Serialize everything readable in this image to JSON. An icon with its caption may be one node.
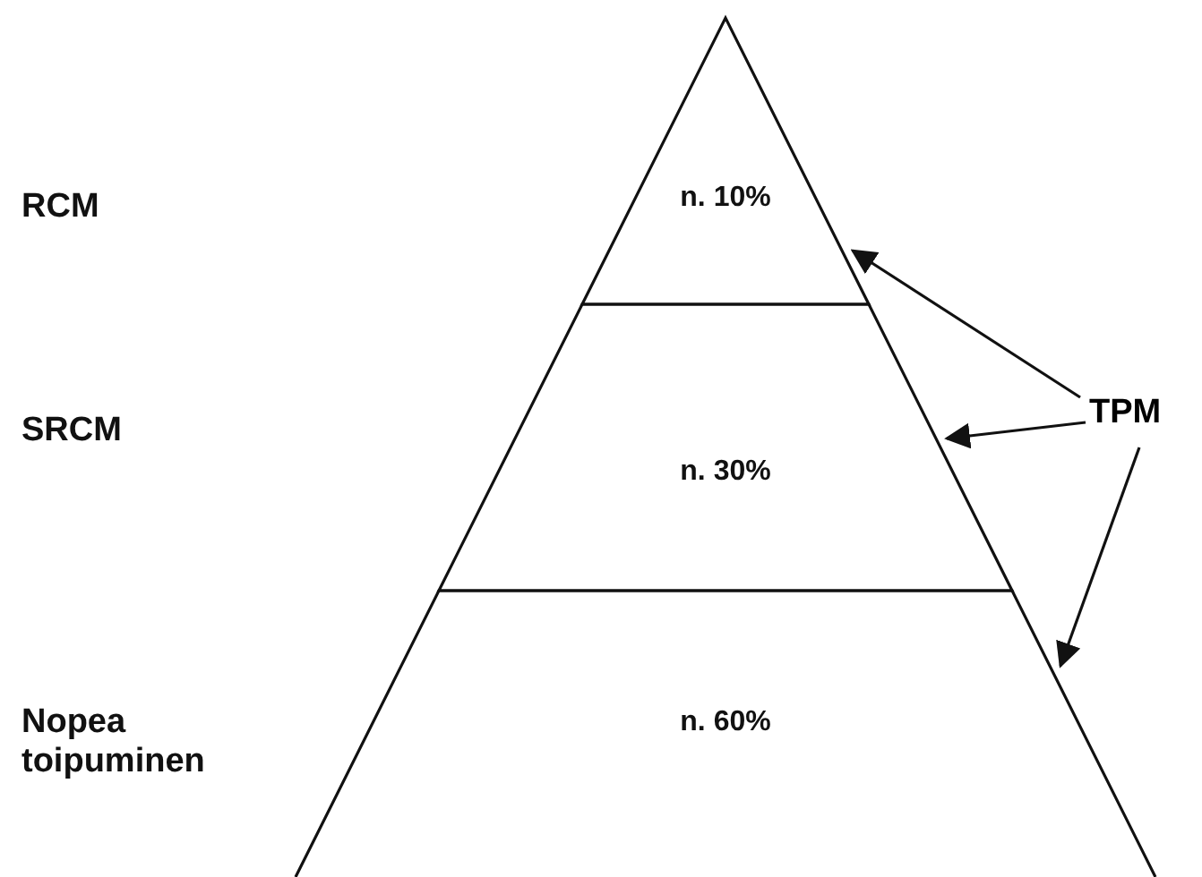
{
  "diagram": {
    "nodes": [
      {
        "text": [
          "n. 10%"
        ]
      },
      {
        "text": [
          "n. 30%"
        ]
      },
      {
        "text": [
          "n. 60%"
        ]
      },
      {
        "text": [
          "TPM"
        ]
      }
    ],
    "edges": [
      {
        "from": 3,
        "to": 0,
        "arrow": "to"
      },
      {
        "from": 3,
        "to": 1,
        "arrow": "to"
      },
      {
        "from": 3,
        "to": 2,
        "arrow": "to"
      }
    ],
    "labels": [
      "RCM",
      "SRCM",
      "Nopea toipuminen"
    ]
  }
}
